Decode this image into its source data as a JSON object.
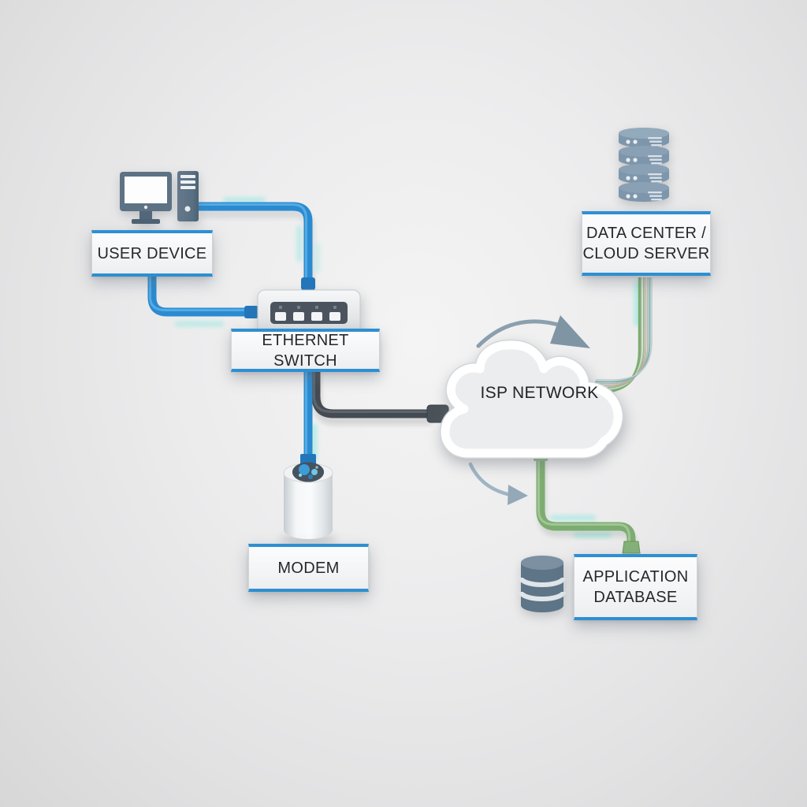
{
  "diagram": {
    "nodes": {
      "user_device": {
        "label": "USER DEVICE",
        "icon": "desktop-computer-icon"
      },
      "ethernet_switch": {
        "label": "ETHERNET SWITCH",
        "icon": "ethernet-switch-icon"
      },
      "modem": {
        "label": "MODEM",
        "icon": "modem-icon"
      },
      "isp_network": {
        "line1": "ISP",
        "line2": "NETWORK",
        "icon": "cloud-icon"
      },
      "data_center": {
        "line1": "DATA CENTER /",
        "line2": "CLOUD SERVER",
        "icon": "server-stack-icon"
      },
      "application_database": {
        "line1": "APPLICATION",
        "line2": "DATABASE",
        "icon": "database-icon"
      }
    },
    "edges": [
      {
        "from": "user_device",
        "to": "ethernet_switch",
        "type": "blue-cable"
      },
      {
        "from": "ethernet_switch",
        "to": "modem",
        "type": "blue-cable"
      },
      {
        "from": "ethernet_switch",
        "to": "isp_network",
        "type": "dark-cable"
      },
      {
        "from": "isp_network",
        "to": "data_center",
        "type": "fiber-bundle"
      },
      {
        "from": "isp_network",
        "to": "application_database",
        "type": "green-cable"
      }
    ],
    "colors": {
      "accent_blue": "#2e8fd2",
      "cable_blue": "#2b8bd0",
      "cable_dark": "#454b52",
      "cable_green": "#7dac71",
      "icon_gray_blue": "#5d7284",
      "server_gray_blue": "#7e96ab"
    }
  }
}
